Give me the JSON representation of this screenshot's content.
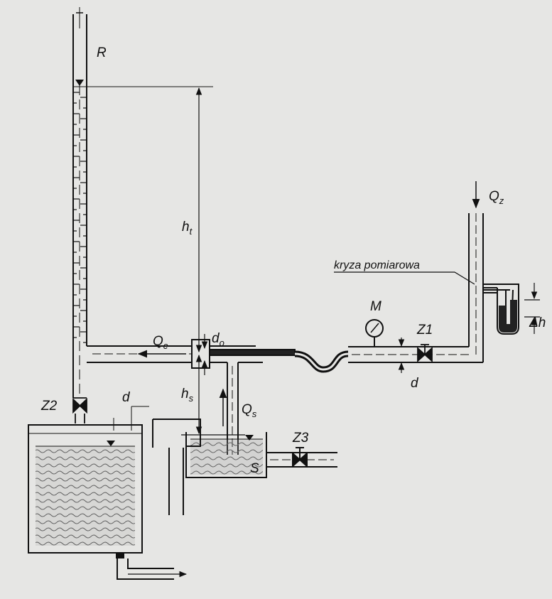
{
  "labels": {
    "R": "R",
    "ht": "h",
    "ht_sub": "t",
    "hs": "h",
    "hs_sub": "s",
    "do": "d",
    "do_sub": "o",
    "Qc": "Q",
    "Qc_sub": "c",
    "Qs": "Q",
    "Qs_sub": "s",
    "Qz": "Q",
    "Qz_sub": "z",
    "M": "M",
    "Z1": "Z1",
    "Z2": "Z2",
    "Z3": "Z3",
    "S": "S",
    "d_left": "d",
    "d_right": "d",
    "dh": "Δh",
    "orifice": "kryza pomiarowa"
  },
  "colors": {
    "line": "#111111",
    "water": "#9a9a9a",
    "background": "#e6e6e4"
  }
}
